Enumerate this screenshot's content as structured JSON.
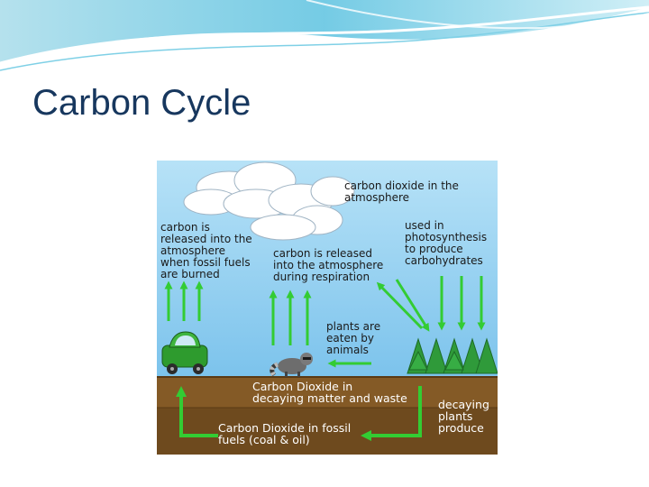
{
  "slide": {
    "title": "Carbon Cycle"
  },
  "diagram": {
    "labels": {
      "atmosphere": "carbon dioxide in the\natmosphere",
      "fossil_fuels_burned": "carbon is\nreleased into the\natmosphere\nwhen fossil fuels\nare burned",
      "respiration": "carbon is released\ninto the atmosphere\nduring respiration",
      "photosynthesis": "used in\nphotosynthesis\nto produce\ncarbohydrates",
      "eaten_by_animals": "plants are\neaten by\nanimals",
      "decaying_matter": "Carbon Dioxide in\ndecaying matter and waste",
      "decaying_plants": "decaying\nplants\nproduce",
      "fossil_fuel_reserve": "Carbon Dioxide in fossil\nfuels (coal & oil)"
    },
    "colors": {
      "sky": "#8ecdf0",
      "soil": "#7a5222",
      "arrow": "#33cc33",
      "title": "#17375e"
    }
  }
}
